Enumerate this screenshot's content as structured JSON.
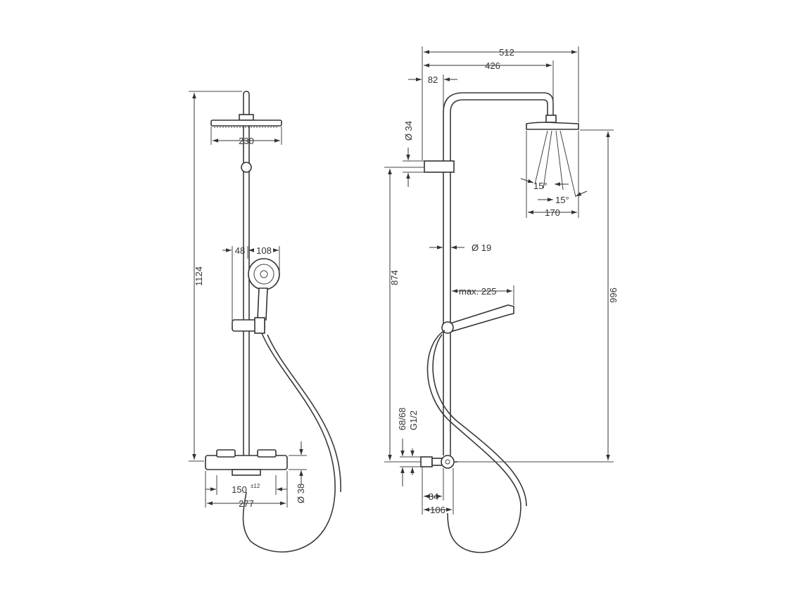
{
  "front_view": {
    "dims": {
      "height_total": "1124",
      "head_width": "230",
      "hand_offset": "48",
      "hand_diameter": "108",
      "mixer_centers": "150",
      "mixer_centers_tol": "±12",
      "mixer_width": "277",
      "mixer_diameter": "Ø 38"
    }
  },
  "side_view": {
    "dims": {
      "total_width": "512",
      "arm_reach": "426",
      "wall_offset": "82",
      "bracket_diameter": "Ø 34",
      "rail_diameter": "Ø 19",
      "hand_reach": "max. 225",
      "rail_height": "874",
      "total_height": "996",
      "angle_left": "15°",
      "angle_right": "15°",
      "head_width": "170",
      "connection_size": "68/68",
      "connection_thread": "G1/2",
      "depth_84": "84",
      "depth_106": "106"
    }
  }
}
